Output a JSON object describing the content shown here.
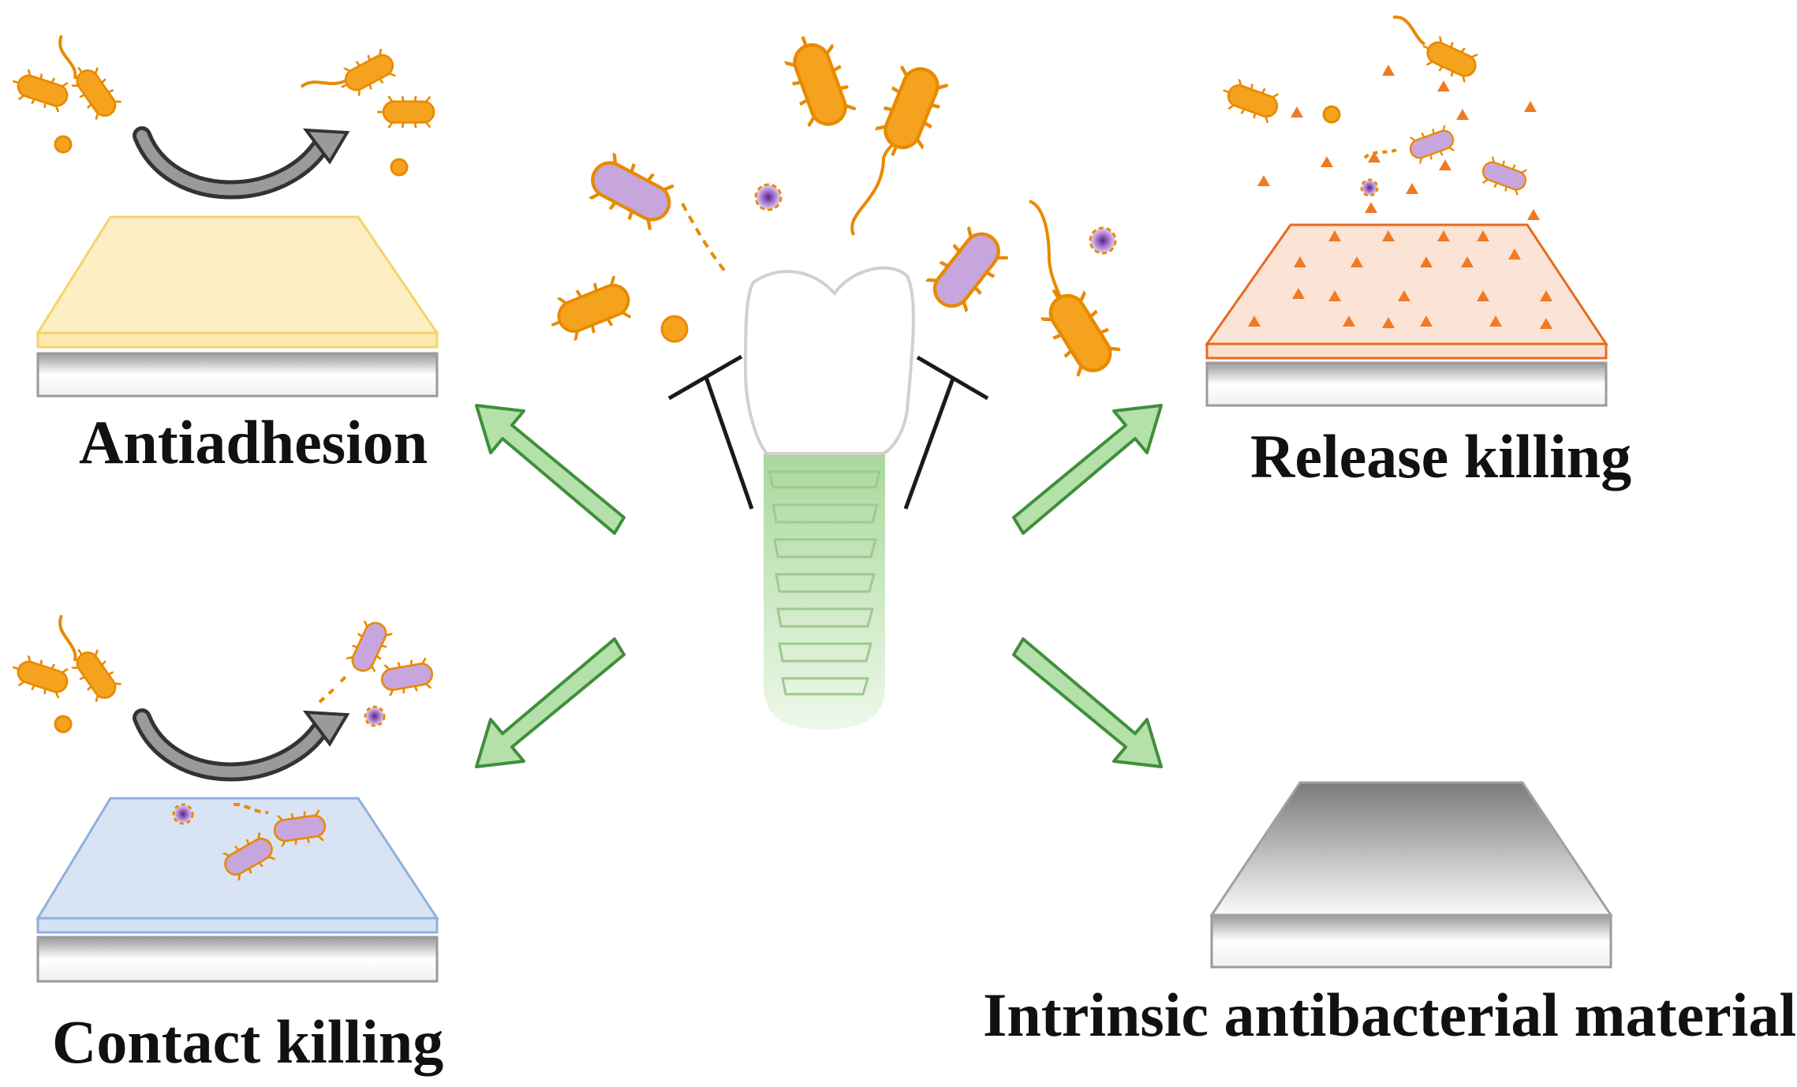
{
  "labels": {
    "antiadhesion": "Antiadhesion",
    "release_killing": "Release killing",
    "contact_killing": "Contact killing",
    "intrinsic": "Intrinsic antibacterial materials"
  },
  "colors": {
    "bacteria_alive": "#f5a21e",
    "bacteria_outline": "#e88a00",
    "bacteria_dead": "#c7a6dd",
    "antiadhesion_surface": "#fde9b0",
    "antiadhesion_edge": "#f6d36a",
    "release_surface": "#fbe0d0",
    "release_edge": "#e86a1c",
    "contact_surface": "#d5e2f3",
    "contact_edge": "#8fb0de",
    "intrinsic_surface": "#8a8a8a",
    "arrow_green": "#a8dca0",
    "arrow_green_edge": "#3f8f3a",
    "implant_green": "#bfe4b4",
    "curved_arrow": "#555555"
  },
  "icons": [
    "rod-bacterium-icon",
    "flagellated-bacterium-icon",
    "coccus-icon",
    "dead-bacterium-icon",
    "dental-implant-icon",
    "curved-arrow-icon",
    "block-arrow-icon",
    "triangle-particle-icon"
  ]
}
